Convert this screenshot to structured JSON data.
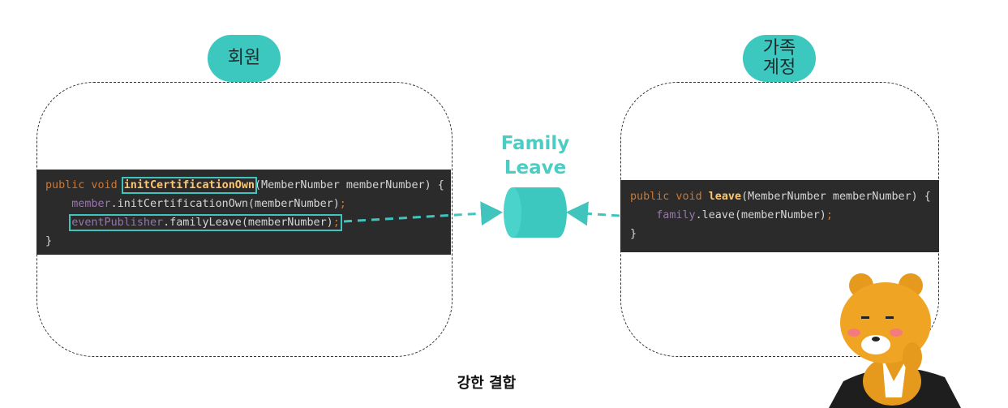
{
  "labels": {
    "member_pill": "회원",
    "family_pill_line1": "가족",
    "family_pill_line2": "계정",
    "event_line1": "Family",
    "event_line2": "Leave",
    "caption": "강한 결합"
  },
  "member_code": {
    "line1_kw": "public void ",
    "line1_fn": "initCertificationOwn",
    "line1_rest": "(MemberNumber memberNumber) {",
    "line2_field": "member",
    "line2_rest": ".initCertificationOwn(memberNumber)",
    "line2_semi": ";",
    "line3_field": "eventPublisher",
    "line3_rest": ".familyLeave(memberNumber)",
    "line3_semi": ";",
    "line4": "}"
  },
  "family_code": {
    "line1_kw": "public void ",
    "line1_fn": "leave",
    "line1_rest": "(MemberNumber memberNumber) {",
    "line2_field": "family",
    "line2_rest": ".leave(memberNumber)",
    "line2_semi": ";",
    "line3": "}"
  },
  "colors": {
    "accent_teal": "#3cc8bf",
    "code_background": "#2b2b2b",
    "keyword": "#cc7832",
    "function": "#ffc66d",
    "field": "#9876aa"
  }
}
